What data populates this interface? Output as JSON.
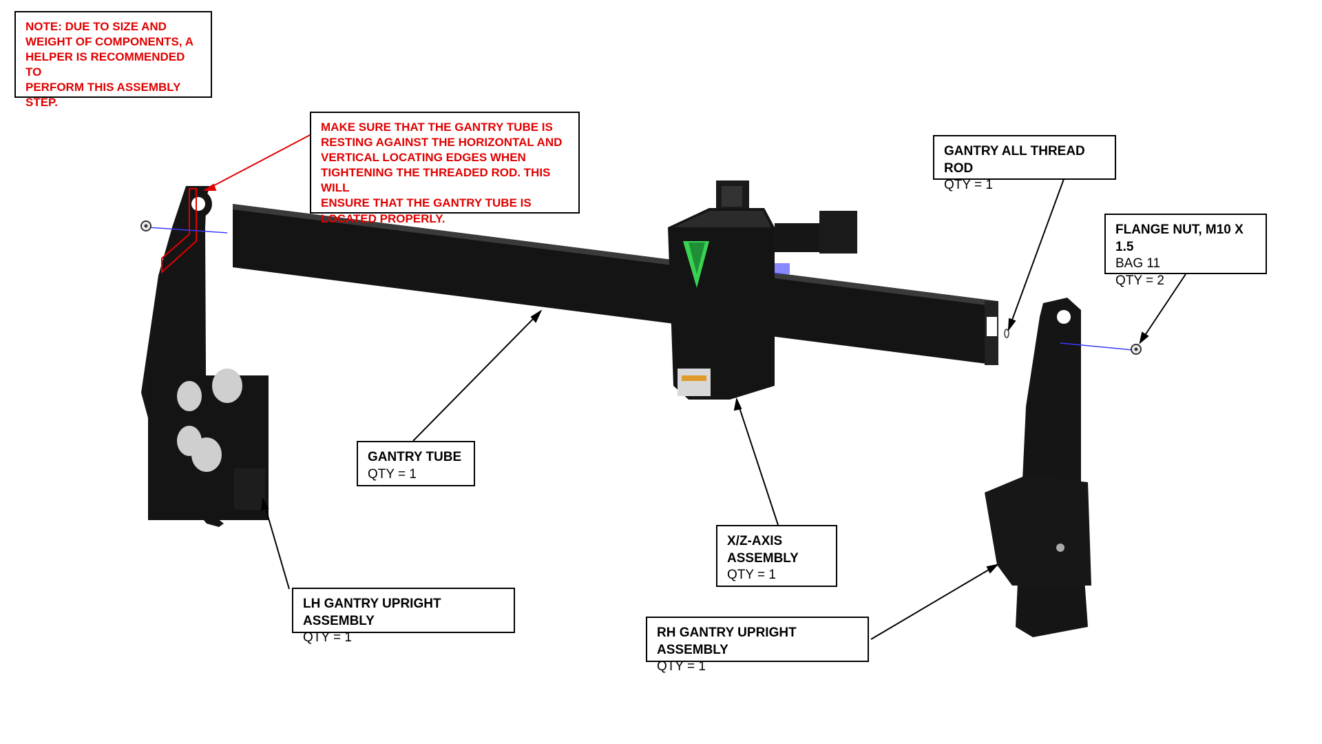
{
  "notes": {
    "helper_note": "NOTE: DUE TO SIZE AND WEIGHT OF COMPONENTS, A HELPER IS RECOMMENDED TO PERFORM THIS ASSEMBLY STEP.",
    "helper_note_lines": [
      "NOTE: DUE TO SIZE AND",
      "WEIGHT OF COMPONENTS, A",
      "HELPER IS RECOMMENDED TO",
      "PERFORM THIS ASSEMBLY",
      "STEP."
    ],
    "gantry_tube_note_lines": [
      "MAKE SURE THAT THE GANTRY TUBE IS",
      "RESTING AGAINST THE HORIZONTAL AND",
      "VERTICAL LOCATING EDGES WHEN",
      "TIGHTENING THE THREADED ROD. THIS WILL",
      "ENSURE THAT THE GANTRY TUBE IS",
      "LOCATED PROPERLY."
    ]
  },
  "callouts": {
    "gantry_all_thread_rod": {
      "title": "GANTRY ALL THREAD ROD",
      "qty": "QTY = 1"
    },
    "flange_nut": {
      "title": "FLANGE NUT, M10 X 1.5",
      "bag": "BAG 11",
      "qty": "QTY = 2"
    },
    "gantry_tube": {
      "title": "GANTRY TUBE",
      "qty": "QTY = 1"
    },
    "xz_axis": {
      "title_line1": "X/Z-AXIS",
      "title_line2": "ASSEMBLY",
      "qty": "QTY = 1"
    },
    "lh_upright": {
      "title": "LH GANTRY UPRIGHT ASSEMBLY",
      "qty": "QTY = 1"
    },
    "rh_upright": {
      "title": "RH GANTRY UPRIGHT ASSEMBLY",
      "qty": "QTY = 1"
    }
  },
  "colors": {
    "note_red": "#e00000",
    "part_black": "#111111",
    "accent_green": "#39d353",
    "axis_blue": "#3a3aff"
  }
}
